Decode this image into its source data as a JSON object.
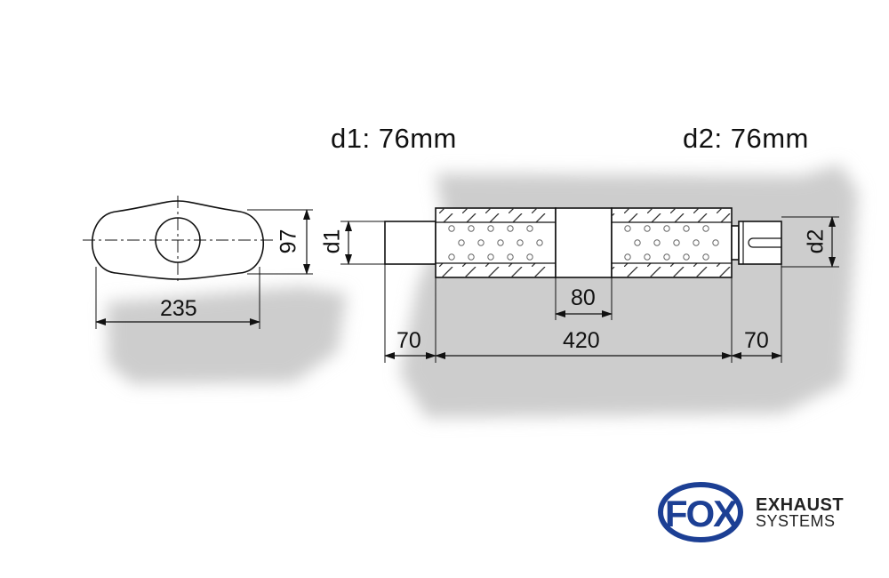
{
  "diagram": {
    "headline_d1": "d1: 76mm",
    "headline_d2": "d2: 76mm",
    "dims": {
      "width": "235",
      "height": "97",
      "d1": "d1",
      "d2": "d2",
      "inlet_len": "70",
      "body_len": "420",
      "mid_len": "80",
      "outlet_len": "70"
    }
  },
  "logo": {
    "mark": "FOX",
    "line1": "EXHAUST",
    "line2": "SYSTEMS",
    "colors": {
      "blue": "#1c3f94",
      "ink": "#222222"
    }
  },
  "colors": {
    "line": "#111111",
    "shadow": "#cfcfcf",
    "hatch": "#333333"
  }
}
